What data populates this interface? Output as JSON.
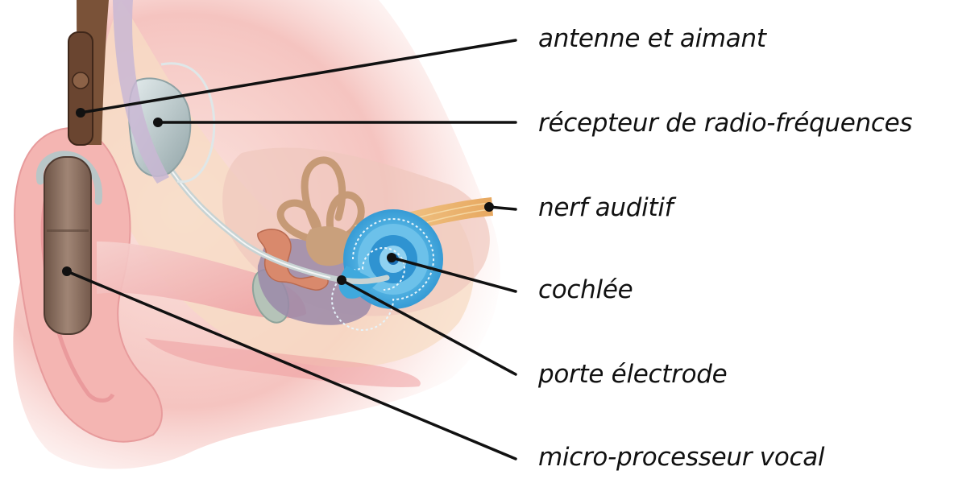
{
  "labels": [
    {
      "id": "antenna",
      "text": "antenne et aimant"
    },
    {
      "id": "receiver",
      "text": "récepteur de radio-fréquences"
    },
    {
      "id": "nerve",
      "text": "nerf auditif"
    },
    {
      "id": "cochlea",
      "text": "cochlée"
    },
    {
      "id": "electrode",
      "text": "porte électrode"
    },
    {
      "id": "processor",
      "text": "micro-processeur vocal"
    }
  ],
  "colors": {
    "skin_light": "#fbe3df",
    "skin": "#f3b8b5",
    "skin_dark": "#e8979a",
    "bone": "#f6d7b9",
    "cochlea": "#3fa9dd",
    "cochlea_light": "#9fd4ef",
    "ossicles": "#d98a6e",
    "canals": "#c99a73",
    "nerve": "#efbf7a",
    "processor": "#8b6f5f",
    "implant": "#aebec0",
    "coil": "#7a5238",
    "leader": "#111111"
  }
}
